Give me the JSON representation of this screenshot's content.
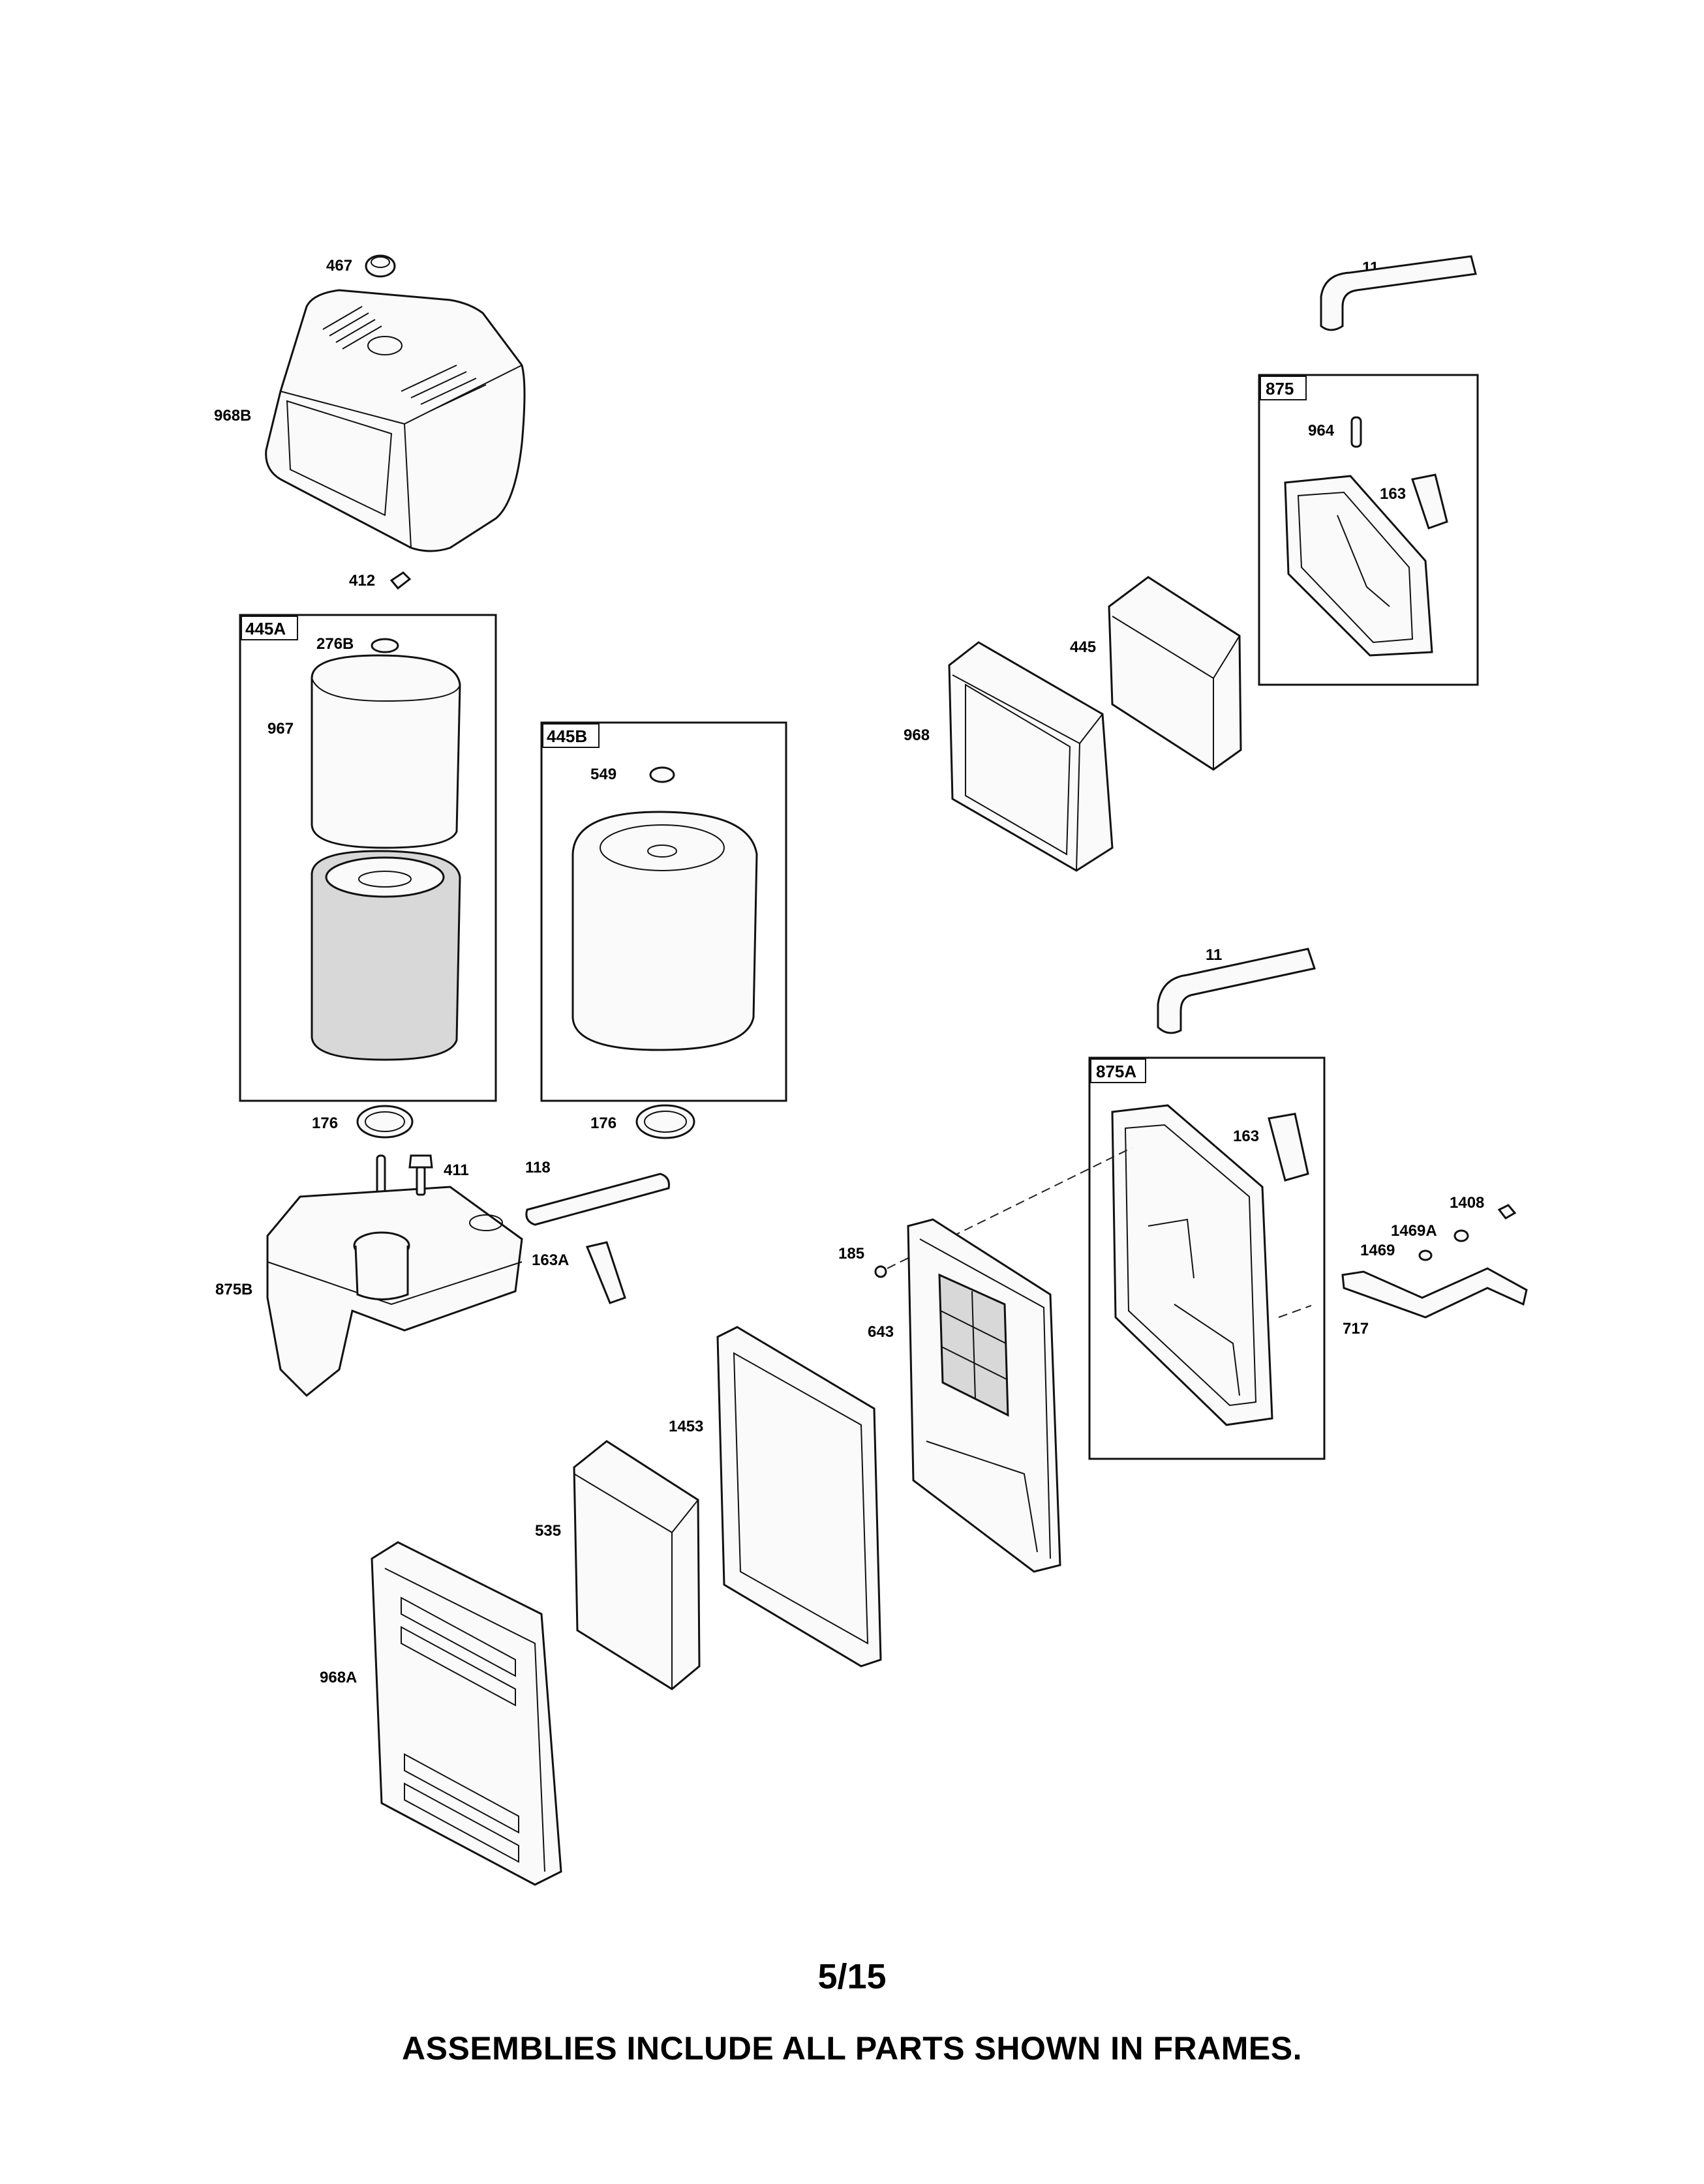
{
  "page_number": "5/15",
  "footer_note": "ASSEMBLIES INCLUDE ALL PARTS SHOWN IN FRAMES.",
  "frames": {
    "f445A": "445A",
    "f445B": "445B",
    "f875": "875",
    "f875A": "875A"
  },
  "callouts": {
    "c467": "467",
    "c968B": "968B",
    "c412": "412",
    "c276B": "276B",
    "c967": "967",
    "c176a": "176",
    "c549": "549",
    "c176b": "176",
    "c11a": "11",
    "c964": "964",
    "c163a": "163",
    "c445": "445",
    "c968": "968",
    "c11b": "11",
    "c411": "411",
    "c118": "118",
    "c163A": "163A",
    "c875B": "875B",
    "c163b": "163",
    "c1408": "1408",
    "c1469A": "1469A",
    "c1469": "1469",
    "c717": "717",
    "c185": "185",
    "c643": "643",
    "c1453": "1453",
    "c535": "535",
    "c968A": "968A"
  }
}
